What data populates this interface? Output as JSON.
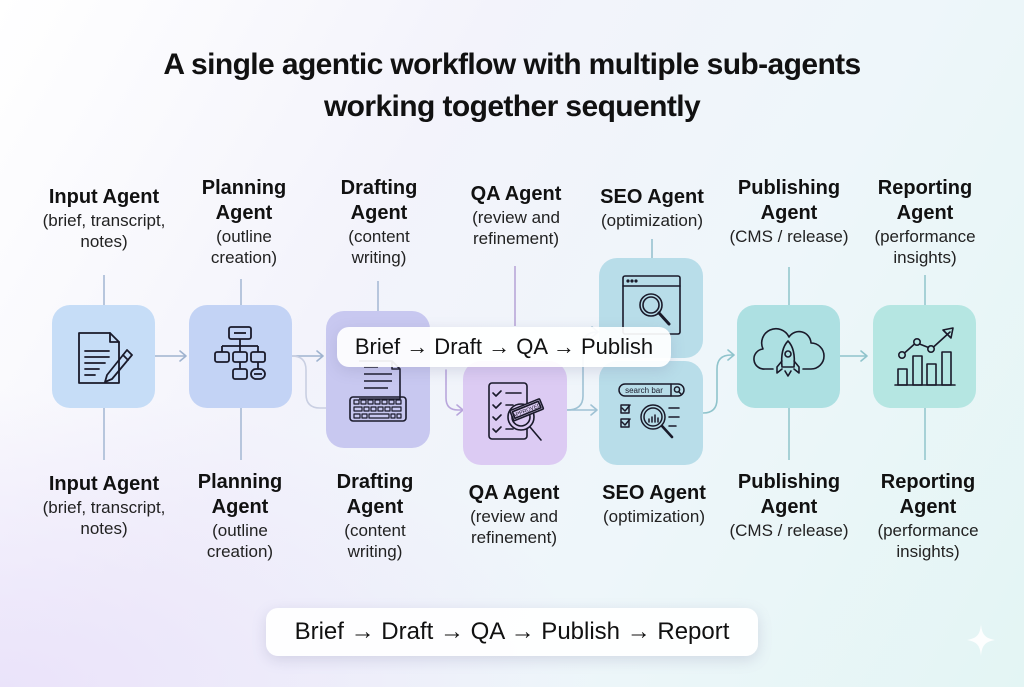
{
  "title": {
    "line1": "A single agentic workflow with multiple sub-agents",
    "line2": "working together sequently"
  },
  "agents": [
    {
      "name_l1": "Input Agent",
      "name_l2": "",
      "desc_l1": "(brief, transcript,",
      "desc_l2": "notes)",
      "icon": "document-pencil-icon",
      "color": "#c6ddf7"
    },
    {
      "name_l1": "Planning",
      "name_l2": "Agent",
      "desc_l1": "(outline",
      "desc_l2": "creation)",
      "icon": "org-chart-icon",
      "color": "#c3d3f5"
    },
    {
      "name_l1": "Drafting",
      "name_l2": "Agent",
      "desc_l1": "(content",
      "desc_l2": "writing)",
      "icon": "typewriter-document-icon",
      "color": "#c8c8f0"
    },
    {
      "name_l1": "QA Agent",
      "name_l2": "",
      "desc_l1": "(review and",
      "desc_l2": "refinement)",
      "icon": "checklist-approved-magnifier-icon",
      "color": "#dccbf3"
    },
    {
      "name_l1": "SEO Agent",
      "name_l2": "",
      "desc_l1": "(optimization)",
      "desc_l2": "",
      "icon": "browser-search-icon",
      "color": "#b8dde9"
    },
    {
      "name_l1": "Publishing",
      "name_l2": "Agent",
      "desc_l1": "(CMS / release)",
      "desc_l2": "",
      "icon": "cloud-rocket-icon",
      "color": "#ade0e2"
    },
    {
      "name_l1": "Reporting",
      "name_l2": "Agent",
      "desc_l1": "(performance",
      "desc_l2": "insights)",
      "icon": "bar-chart-trend-icon",
      "color": "#b5e6e2"
    }
  ],
  "seo_search_bar_text": "search bar",
  "qa_stamp_text": "APPROVED",
  "pill_short": "Brief → Draft → QA → Publish",
  "pill_full": "Brief → Draft → QA → Publish → Report",
  "colors": {
    "connector": "#9fb3cf",
    "qa_connector": "#b9a6dc",
    "teal_connector": "#8fc4cc"
  }
}
